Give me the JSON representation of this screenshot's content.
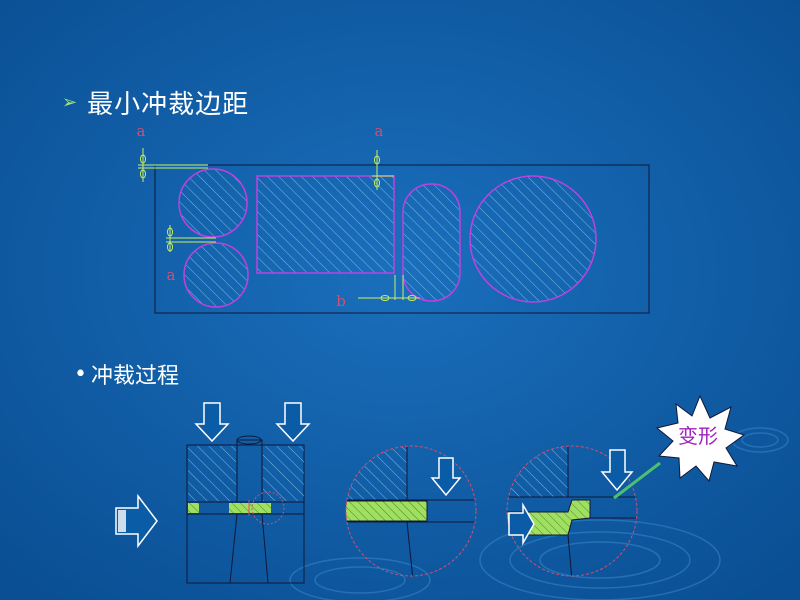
{
  "title": {
    "bullet": "➢",
    "text": "最小冲裁边距"
  },
  "subtitle": {
    "bullet": "•",
    "text": "冲裁过程"
  },
  "labels": {
    "a": "a",
    "a1": "a",
    "a2": "a",
    "b": "b"
  },
  "callout": {
    "text": "变形"
  },
  "colors": {
    "background": "#0a5ca6",
    "outline": "#101838",
    "shape_stroke": "#c040e0",
    "dimension": "#c8f060",
    "hatch": "#7ab8e0",
    "material": "#a0e060",
    "circle_boundary": "#d05070",
    "arrow_fill": "#0a5ca6",
    "callout_text": "#a020c0"
  },
  "icons": [
    "down-arrow-icon",
    "right-arrow-icon",
    "starburst-icon"
  ]
}
